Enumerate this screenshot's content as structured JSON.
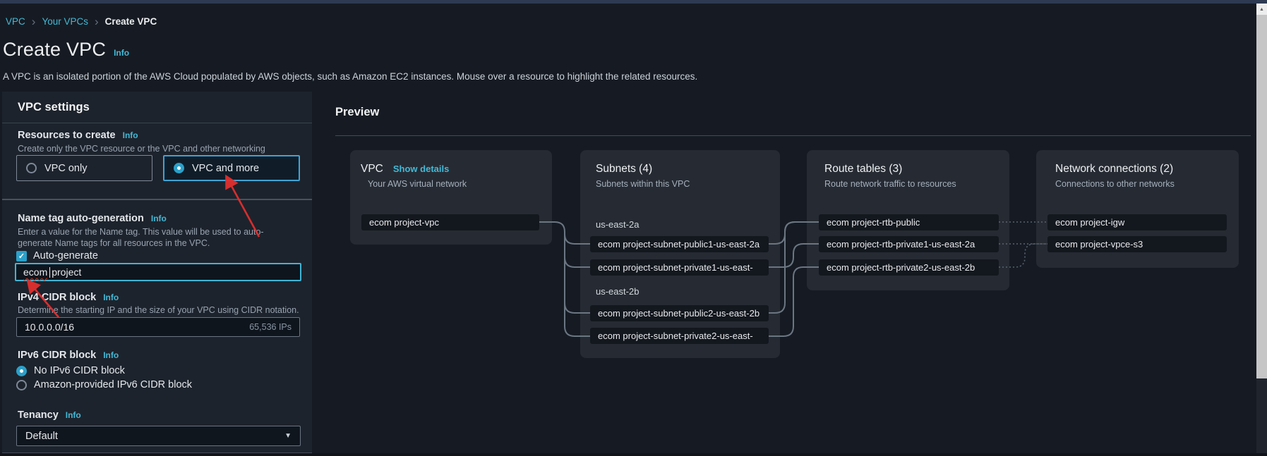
{
  "breadcrumb": {
    "items": [
      "VPC",
      "Your VPCs"
    ],
    "current": "Create VPC",
    "separator": "›"
  },
  "header": {
    "title": "Create VPC",
    "info": "Info",
    "description": "A VPC is an isolated portion of the AWS Cloud populated by AWS objects, such as Amazon EC2 instances. Mouse over a resource to highlight the related resources."
  },
  "panel": {
    "title": "VPC settings",
    "resources": {
      "label": "Resources to create",
      "info": "Info",
      "description": "Create only the VPC resource or the VPC and other networking resources.",
      "option_vpc_only": "VPC only",
      "option_vpc_and_more": "VPC and more"
    },
    "name_tag": {
      "label": "Name tag auto-generation",
      "info": "Info",
      "description": "Enter a value for the Name tag. This value will be used to auto-generate Name tags for all resources in the VPC.",
      "checkbox_label": "Auto-generate",
      "value_word1": "ecom",
      "value_word2": "project"
    },
    "ipv4": {
      "label": "IPv4 CIDR block",
      "info": "Info",
      "description": "Determine the starting IP and the size of your VPC using CIDR notation.",
      "value": "10.0.0.0/16",
      "ips": "65,536 IPs"
    },
    "ipv6": {
      "label": "IPv6 CIDR block",
      "info": "Info",
      "option_none": "No IPv6 CIDR block",
      "option_amazon": "Amazon-provided IPv6 CIDR block"
    },
    "tenancy": {
      "label": "Tenancy",
      "info": "Info",
      "value": "Default"
    }
  },
  "preview": {
    "title": "Preview",
    "vpc": {
      "title": "VPC",
      "link": "Show details",
      "subtitle": "Your AWS virtual network",
      "item": "ecom project-vpc"
    },
    "subnets": {
      "title": "Subnets (4)",
      "subtitle": "Subnets within this VPC",
      "groups": [
        {
          "label": "us-east-2a",
          "items": [
            "ecom project-subnet-public1-us-east-2a",
            "ecom project-subnet-private1-us-east-"
          ]
        },
        {
          "label": "us-east-2b",
          "items": [
            "ecom project-subnet-public2-us-east-2b",
            "ecom project-subnet-private2-us-east-"
          ]
        }
      ]
    },
    "route_tables": {
      "title": "Route tables (3)",
      "subtitle": "Route network traffic to resources",
      "items": [
        "ecom project-rtb-public",
        "ecom project-rtb-private1-us-east-2a",
        "ecom project-rtb-private2-us-east-2b"
      ]
    },
    "connections": {
      "title": "Network connections (2)",
      "subtitle": "Connections to other networks",
      "items": [
        "ecom project-igw",
        "ecom project-vpce-s3"
      ]
    }
  },
  "icons": {
    "select_caret": "▼",
    "scroll_up": "▲",
    "check": "✓"
  },
  "colors": {
    "link": "#44b9d6",
    "selected_border": "#3fa3d5",
    "annotation_arrow": "#e12f2f",
    "card_bg": "#262b33",
    "page_bg": "#161b23"
  }
}
